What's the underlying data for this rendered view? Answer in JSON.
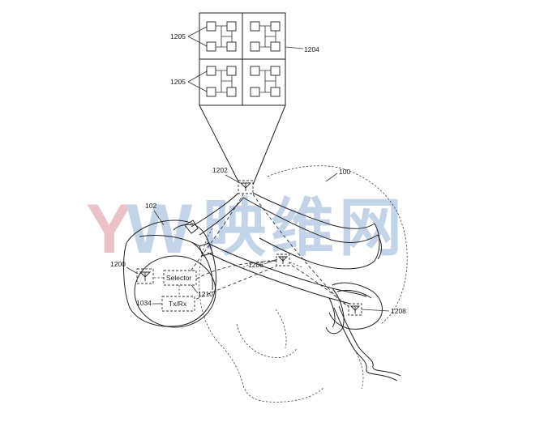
{
  "watermark": {
    "logo_letters": "YW",
    "text": "映维网",
    "logo_colors": [
      "#e8b8bc",
      "#b9cde6"
    ],
    "text_color": "#b9cde6"
  },
  "labels": {
    "ref_1205_a": "1205",
    "ref_1205_b": "1205",
    "ref_1204": "1204",
    "ref_1202": "1202",
    "ref_100": "100",
    "ref_102": "102",
    "ref_1200": "1200",
    "ref_1206": "1206",
    "ref_1210": "1210",
    "ref_1034": "1034",
    "ref_1208": "1208"
  },
  "blocks": {
    "selector": "Selector",
    "txrx": "Tx/Rx"
  },
  "icons": {
    "antenna": "antenna-icon"
  }
}
